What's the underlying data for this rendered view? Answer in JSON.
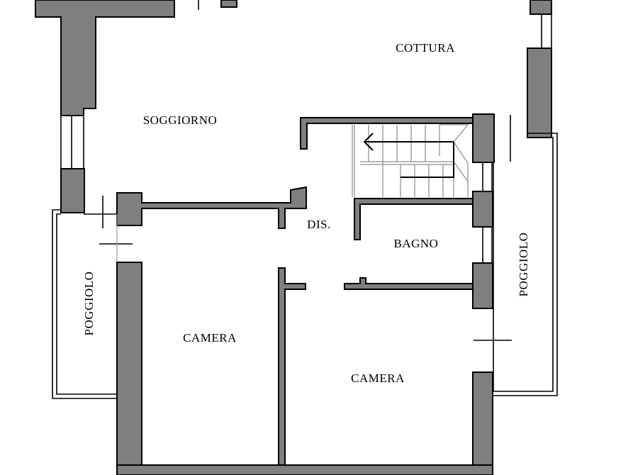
{
  "rooms": {
    "cottura": "COTTURA",
    "soggiorno": "SOGGIORNO",
    "dis": "DIS.",
    "bagno": "BAGNO",
    "poggiolo_left": "POGGIOLO",
    "poggiolo_right": "POGGIOLO",
    "camera_left": "CAMERA",
    "camera_right": "CAMERA"
  },
  "colors": {
    "wall_fill": "#7f7f7f",
    "line": "#000000",
    "background": "#ffffff"
  }
}
